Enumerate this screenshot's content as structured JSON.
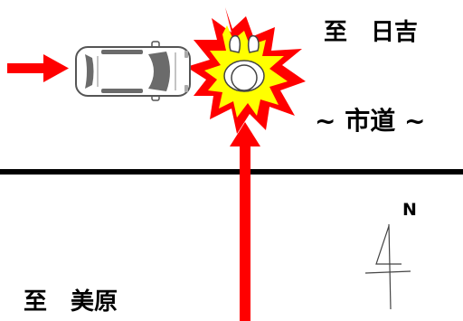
{
  "labels": {
    "to_hiyoshi": "至　日吉",
    "road_name": "~ 市道 ~",
    "to_mihara": "至　美原",
    "north": "N"
  },
  "colors": {
    "arrow": "#ff0000",
    "road_line": "#000000",
    "burst_outer": "#ff0000",
    "burst_inner": "#ffff00",
    "vehicle_body": "#ffffff",
    "vehicle_outline": "#555555",
    "vehicle_glass": "#6b6b6b"
  },
  "icons": {
    "vehicle": "car-topview-icon",
    "pedestrian": "person-topview-icon",
    "impact": "collision-burst-icon",
    "compass": "north-compass-icon"
  }
}
